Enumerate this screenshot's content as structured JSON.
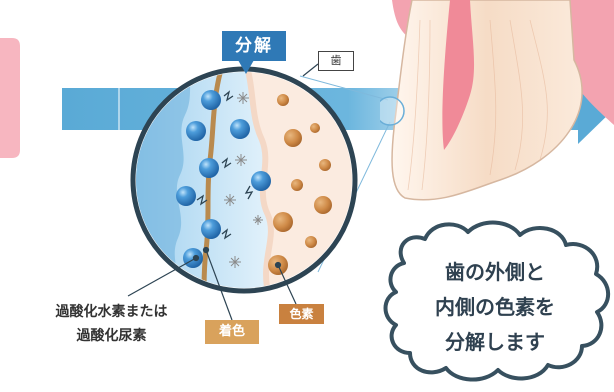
{
  "labels": {
    "decompose": "分解",
    "tooth": "歯",
    "peroxide_line1": "過酸化水素または",
    "peroxide_line2": "過酸化尿素",
    "stain": "着色",
    "pigment": "色素"
  },
  "message": {
    "line1": "歯の外側と",
    "line2": "内側の色素を",
    "line3": "分解します"
  },
  "colors": {
    "arrow_blue": "#5aaad6",
    "enamel_blue": "#c9e6f7",
    "dentin_beige": "#fbebe0",
    "gum_pink": "#f3a3b0",
    "bubble_blue": "#3f8fd0",
    "pigment_brown": "#c9813f",
    "stain_line": "#b98a4e",
    "outline_dark": "#37505f"
  }
}
